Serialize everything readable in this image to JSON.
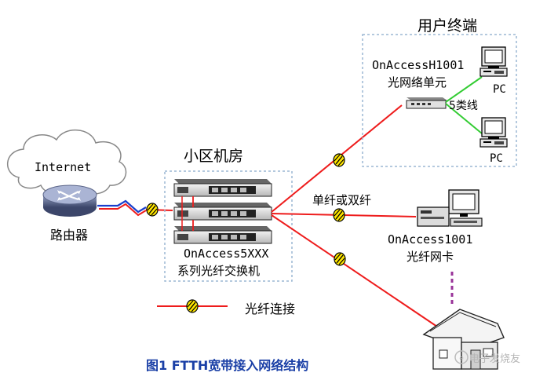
{
  "title": "图1 FTTH宽带接入网络结构",
  "internet": {
    "label": "Internet"
  },
  "router": {
    "label": "路由器"
  },
  "equipment_room": {
    "label": "小区机房",
    "switch_model": "OnAccess5XXX",
    "switch_desc": "系列光纤交换机"
  },
  "user_terminal": {
    "label": "用户终端",
    "onu_model": "OnAccessH1001",
    "onu_desc": "光网络单元",
    "cable_label": "5类线",
    "pc_labels": [
      "PC",
      "PC"
    ]
  },
  "fiber_nic": {
    "fiber_label": "单纤或双纤",
    "model": "OnAccess1001",
    "desc": "光纤网卡"
  },
  "legend": {
    "label": "光纤连接"
  },
  "watermark": "电子发烧友",
  "colors": {
    "fiber": "#ee1c1c",
    "utp": "#33cc33",
    "dashed_box": "#9bb7d4",
    "title_blue": "#1a3fa6",
    "connector_yellow": "#ffe600",
    "lightning": "#1a3fcc",
    "drop_line": "#993399"
  }
}
